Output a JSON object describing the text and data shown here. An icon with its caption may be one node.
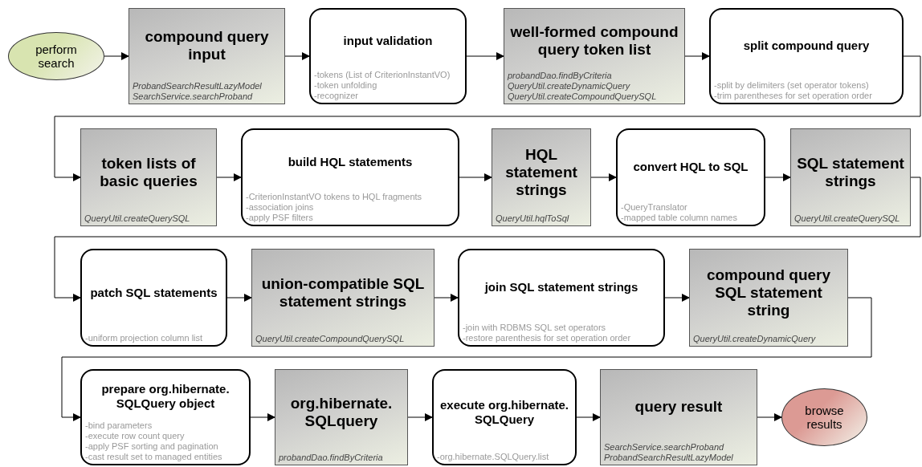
{
  "diagram": {
    "nodes": [
      {
        "text": [
          "perform search"
        ]
      },
      {
        "text": [
          "compound query input",
          "ProbandSearchResultLazyModel",
          "SearchService.searchProband"
        ]
      },
      {
        "text": [
          "input validation",
          "-tokens (List of CriterionInstantVO)",
          "-token unfolding",
          "-recognizer"
        ]
      },
      {
        "text": [
          "well-formed compound query token list",
          "probandDao.findByCriteria",
          "QueryUtil.createDynamicQuery",
          "QueryUtil.createCompoundQuerySQL"
        ]
      },
      {
        "text": [
          "split compound query",
          "-split by delimiters (set operator tokens)",
          "-trim parentheses for set operation order"
        ]
      },
      {
        "text": [
          "token lists of basic queries",
          "QueryUtil.createQuerySQL"
        ]
      },
      {
        "text": [
          "build HQL statements",
          "-CriterionInstantVO tokens to HQL fragments",
          "-association joins",
          "-apply PSF filters"
        ]
      },
      {
        "text": [
          "HQL statement strings",
          "QueryUtil.hqlToSql"
        ]
      },
      {
        "text": [
          "convert HQL to SQL",
          "-QueryTranslator",
          "-mapped table column names"
        ]
      },
      {
        "text": [
          "SQL statement strings",
          "QueryUtil.createQuerySQL"
        ]
      },
      {
        "text": [
          "patch SQL statements",
          "-uniform projection column list"
        ]
      },
      {
        "text": [
          "union-compatible SQL statement strings",
          "QueryUtil.createCompoundQuerySQL"
        ]
      },
      {
        "text": [
          "join SQL statement strings",
          "-join with RDBMS SQL set operators",
          "-restore parenthesis for set operation order"
        ]
      },
      {
        "text": [
          "compound query SQL statement string",
          "QueryUtil.createDynamicQuery"
        ]
      },
      {
        "text": [
          "prepare org.hibernate. SQLQuery object",
          "-bind parameters",
          "-execute row count query",
          "-apply PSF sorting and pagination",
          "-cast result set to managed entities"
        ]
      },
      {
        "text": [
          "org.hibernate. SQLquery",
          "probandDao.findByCriteria"
        ]
      },
      {
        "text": [
          "execute org.hibernate. SQLQuery",
          "-org.hibernate.SQLQuery.list"
        ]
      },
      {
        "text": [
          "query result",
          "SearchService.searchProband",
          "ProbandSearchResultLazyModel"
        ]
      },
      {
        "text": [
          "browse results"
        ]
      }
    ],
    "edges": [
      {
        "from": 0,
        "to": 1,
        "arrow": "to"
      },
      {
        "from": 1,
        "to": 2,
        "arrow": "to"
      },
      {
        "from": 2,
        "to": 3,
        "arrow": "to"
      },
      {
        "from": 3,
        "to": 4,
        "arrow": "to"
      },
      {
        "from": 4,
        "to": 5,
        "arrow": "to"
      },
      {
        "from": 5,
        "to": 6,
        "arrow": "to"
      },
      {
        "from": 6,
        "to": 7,
        "arrow": "to"
      },
      {
        "from": 7,
        "to": 8,
        "arrow": "to"
      },
      {
        "from": 8,
        "to": 9,
        "arrow": "to"
      },
      {
        "from": 9,
        "to": 10,
        "arrow": "to"
      },
      {
        "from": 10,
        "to": 11,
        "arrow": "to"
      },
      {
        "from": 11,
        "to": 12,
        "arrow": "to"
      },
      {
        "from": 12,
        "to": 13,
        "arrow": "to"
      },
      {
        "from": 13,
        "to": 14,
        "arrow": "to"
      },
      {
        "from": 14,
        "to": 15,
        "arrow": "to"
      },
      {
        "from": 15,
        "to": 16,
        "arrow": "to"
      },
      {
        "from": 16,
        "to": 17,
        "arrow": "to"
      },
      {
        "from": 17,
        "to": 18,
        "arrow": "to"
      }
    ]
  }
}
